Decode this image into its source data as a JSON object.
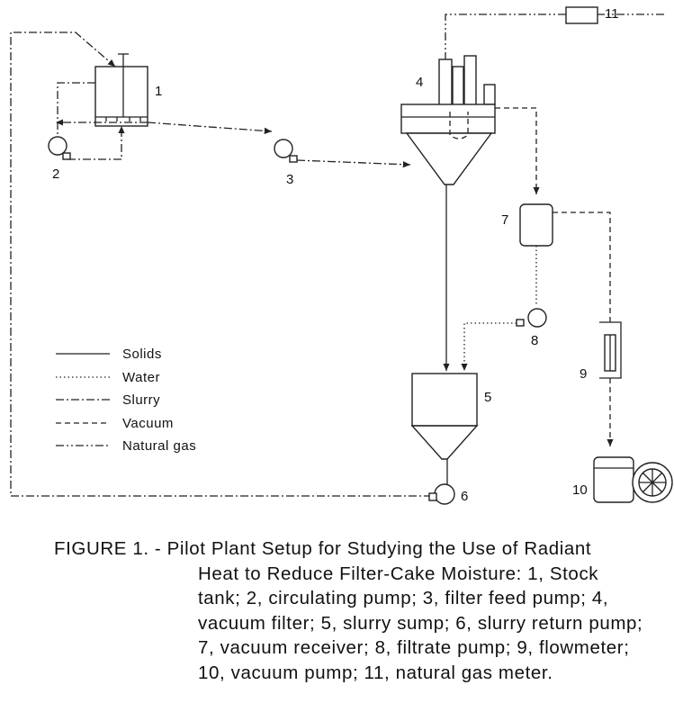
{
  "diagram": {
    "numbers": [
      "1",
      "2",
      "3",
      "4",
      "5",
      "6",
      "7",
      "8",
      "9",
      "10",
      "11"
    ],
    "legend": [
      {
        "label": "Solids",
        "style": "solid"
      },
      {
        "label": "Water",
        "style": "dotted"
      },
      {
        "label": "Slurry",
        "style": "dash-dot"
      },
      {
        "label": "Vacuum",
        "style": "dashed"
      },
      {
        "label": "Natural gas",
        "style": "dash-dot-dot"
      }
    ]
  },
  "caption": {
    "lines": [
      "FIGURE 1. - Pilot Plant Setup for Studying the Use of Radiant",
      "Heat to Reduce Filter-Cake Moisture: 1, Stock",
      "tank; 2, circulating pump; 3, filter feed pump; 4,",
      "vacuum filter; 5, slurry sump; 6, slurry return pump;",
      "7, vacuum receiver; 8, filtrate pump; 9, flowmeter;",
      "10, vacuum pump; 11, natural gas meter."
    ]
  }
}
